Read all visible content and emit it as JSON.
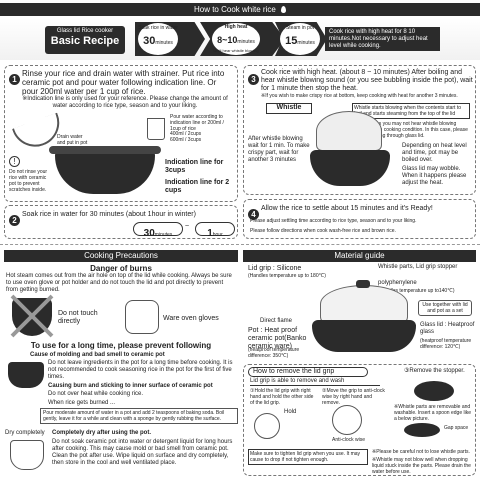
{
  "header": {
    "title": "How to Cook white rice"
  },
  "recipe": {
    "badge_top": "Glass lid Rice cooker",
    "badge_main": "Basic Recipe",
    "soak_label": "Soak rice in water",
    "soak_time": "30",
    "soak_unit": "minutes",
    "heat_label1": "High heat",
    "heat_time": "8~10",
    "heat_unit": "minutes",
    "heat_label2": "Until hear whistle blowing",
    "steam_label": "Steam in pot",
    "steam_time": "15",
    "steam_unit": "minutes",
    "note": "Cook rice with high heat for 8 10 minutes.Not necessary to adjust heat level while cooking."
  },
  "step1": {
    "num": "1",
    "text": "Rinse your rice and drain water with strainer. Put rice into ceramic pot and pour water following indication line. Or pour 200ml water per 1 cup of rice.",
    "note": "※Indication line is only used for your reference. Please change the amount of water according to rice type, season and to your liking.",
    "drain_label": "Drain water and put in pot",
    "water_label": "Pour water according to indication line or 200ml / 1cup of rice",
    "water_values": [
      "400ml / 2cups",
      "600ml / 3cups"
    ],
    "warning": "Do not rinse your rice with ceramic pot to prevent scratches inside.",
    "line3": "Indication line for 3cups",
    "line2": "Indication line for 2 cups"
  },
  "step2": {
    "num": "2",
    "text": "Soak rice in water for 30 minutes (about 1hour in winter)",
    "time1": "30",
    "unit1": "minutes",
    "time2": "1",
    "unit2": "hour"
  },
  "step3": {
    "num": "3",
    "text": "Cook rice with high heat. (about 8 ~ 10 minutes) After boiling and hear whistle blowing sound (or you see bubbling inside the pot), wait for 1 minute then stop the heat.",
    "note": "※If you wish to make crispy rice at bottom, keep cooking with heat for another 3 minutes.",
    "whistle_tag": "Whistle",
    "whistle_text": "Whistle starts blowing when the contents start to boil and starts steaming from the top of the lid",
    "whistle_note": "※Sometimes you may not hear whistle blowing depending on cooking condition. In this case, please check bubbling through glass lid.",
    "crispy": "After whistle blowing wait for 1 min. To make crispy part, wait for another 3 minutes",
    "depend": "Depending on heat level and time, pot may be boiled over.",
    "wobble": "Glass lid may wobble. When it happens please adjust the heat."
  },
  "step4": {
    "num": "4",
    "text": "Allow the rice to settle about 15 minutes and it's Ready!",
    "line1": "Please adjust settling time according to rice type, season and to your liking.",
    "line2": "Please follow directions when cook wash-free rice and brown rice."
  },
  "precautions": {
    "title": "Cooking Precautions",
    "danger_title": "Danger of burns",
    "danger_text": "Hot steam comes out from the air hole on top of the lid while cooking. Always be sure to use oven glove or pot holder and do not touch the lid and pot directly to prevent from getting burned.",
    "no_touch": "Do not touch directly",
    "gloves": "Ware oven gloves",
    "long_title": "To use for a long time, please prevent following",
    "cause_title": "Cause of molding and bad smell to ceramic pot",
    "cause_text": "Do not leave ingredients in the pot for a long time before cooking. It is not recommended to cook seasoning rice in the pot for the first of five times.",
    "surface": "Causing burn and sticking to inner surface of ceramic pot",
    "no_over": "Do not over heat while cooking rice.",
    "when_burn": "When rice gets burned ...",
    "burn_text": "Pour moderate amount of water in a pot and add 2 teaspoons of baking soda. Boil gently, leave it for a while and clean with a sponge by gently rubbing the surface.",
    "dry_label": "Dry completely",
    "dry_title": "Completely dry after using the pot.",
    "dry_text": "Do not soak ceramic pot into water or detergent liquid for long hours after cooking. This may cause mold or bad smell from ceramic pot. Clean the pot after use. Wipe liquid on surface and dry completely, then store in the cool and well ventilated place."
  },
  "material": {
    "title": "Material guide",
    "lid_grip": "Lid grip : Silicone",
    "lid_grip_temp": "(Handles temperature up to 180℃)",
    "whistle_parts": "Whistle parts, Lid grip stopper",
    "polyphenylene": "polyphenylene",
    "poly_temp": "(Handles temperature up to140℃)",
    "use_together": "Use together with lid and pot as a set",
    "direct_flame": "Direct flame",
    "pot": "Pot : Heat proof ceramic pot(Banko ceramic ware)",
    "pot_temp": "(heatproof temperature difference: 350℃)",
    "glass": "Glass lid : Heatproof glass",
    "glass_temp": "(heatproof temperature difference: 120℃)"
  },
  "remove": {
    "title": "How to remove the lid grip",
    "subtitle": "Lid grip is able to remove and wash",
    "s1": "①Hold the lid grip with right hand and hold the other side of the lid grip.",
    "s2": "②Move the grip to anti-clock wise by right hand and remove.",
    "s3": "③Remove the stopper.",
    "hold": "Hold",
    "anti": "Anti-clock wise",
    "gap": "Gap space",
    "washable": "※Whistle parts are removable and washable. Insert a spoon edge like a below picture.",
    "tighten": "Make sure to tighten lid grip when you use. It may cause to drop if not tighten enough.",
    "careful1": "※Please be careful not to lose whistle parts.",
    "careful2": "※Whistle may not blow well when dropping liquid stuck inside the parts. Please drain the water before use."
  }
}
